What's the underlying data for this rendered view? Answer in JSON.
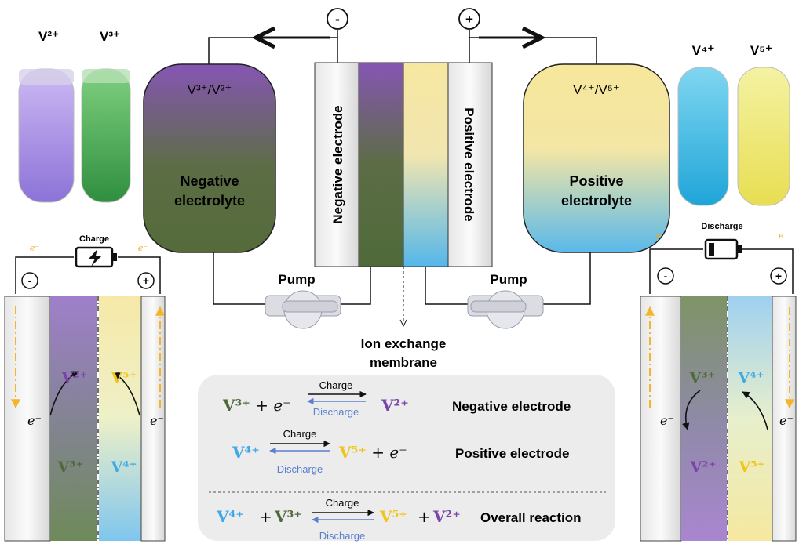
{
  "tubes_left": {
    "a": "V²⁺",
    "b": "V³⁺"
  },
  "tubes_right": {
    "a": "V⁴⁺",
    "b": "V⁵⁺"
  },
  "terminals": {
    "neg": "-",
    "pos": "+"
  },
  "tank_left": {
    "couple": "V³⁺/V²⁺",
    "line1": "Negative",
    "line2": "electrolyte"
  },
  "tank_right": {
    "couple": "V⁴⁺/V⁵⁺",
    "line1": "Positive",
    "line2": "electrolyte"
  },
  "electrodes": {
    "negative": "Negative electrode",
    "positive": "Positive electrode"
  },
  "pumps": {
    "left": "Pump",
    "right": "Pump"
  },
  "membrane": {
    "line1": "Ion exchange",
    "line2": "membrane"
  },
  "charge_panel": {
    "title": "Charge",
    "electron": "e⁻",
    "neg": "-",
    "pos": "+",
    "top_left": "V²⁺",
    "bottom_left": "V³⁺",
    "top_right": "V⁵⁺",
    "bottom_right": "V⁴⁺"
  },
  "discharge_panel": {
    "title": "Discharge",
    "electron": "e⁻",
    "neg": "-",
    "pos": "+",
    "top_left": "V³⁺",
    "bottom_left": "V²⁺",
    "top_right": "V⁴⁺",
    "bottom_right": "V⁵⁺"
  },
  "reactions": {
    "r1": {
      "lhs_ion": "V³⁺",
      "lhs_rest": " + e⁻",
      "charge": "Charge",
      "discharge": "Discharge",
      "rhs_ion": "V²⁺",
      "label": "Negative electrode"
    },
    "r2": {
      "lhs_ion": "V⁴⁺",
      "charge": "Charge",
      "discharge": "Discharge",
      "rhs_ion": "V⁵⁺",
      "rhs_rest": " + e⁻",
      "label": "Positive electrode"
    },
    "r3": {
      "lhs_ion1": "V⁴⁺",
      "plus1": "+",
      "lhs_ion2": "V³⁺",
      "charge": "Charge",
      "discharge": "Discharge",
      "rhs_ion1": "V⁵⁺",
      "plus2": "+",
      "rhs_ion2": "V²⁺",
      "label": "Overall reaction"
    }
  },
  "colors": {
    "purple": "#7a45a8",
    "green": "#4f6a3a",
    "yellow": "#f1c418",
    "blue": "#3fa9e6",
    "discharge_blue": "#5b7fd1",
    "gray_panel": "#ececec"
  }
}
